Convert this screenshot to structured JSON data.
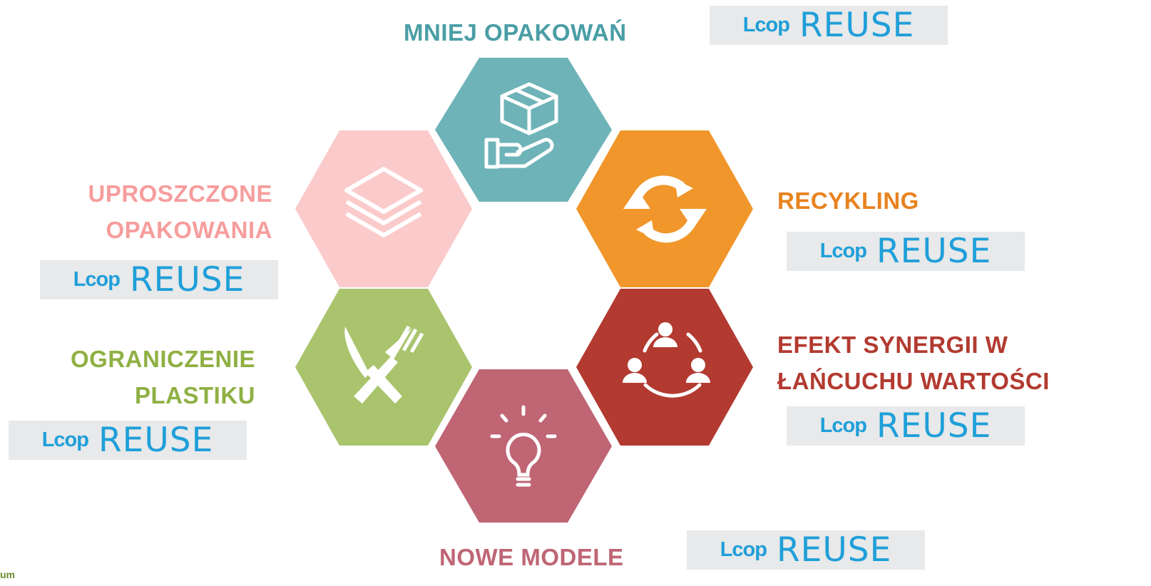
{
  "segments": {
    "top": {
      "title": "MNIEJ OPAKOWAŃ",
      "color": "#6eb3b8",
      "text_color": "#4a9ea5",
      "icon": "box-in-hand-icon"
    },
    "upper_right": {
      "title": "RECYKLING",
      "color": "#f0962b",
      "text_color": "#e8821f",
      "icon": "recycle-arrows-icon"
    },
    "lower_right": {
      "title_line1": "EFEKT SYNERGII W",
      "title_line2": "ŁAŃCUCHU WARTOŚCI",
      "color": "#b23a30",
      "text_color": "#b23a30",
      "icon": "people-network-icon"
    },
    "bottom": {
      "title": "NOWE MODELE",
      "color": "#bf6574",
      "text_color": "#bf6574",
      "icon": "lightbulb-icon"
    },
    "lower_left": {
      "title_line1": "OGRANICZENIE",
      "title_line2": "PLASTIKU",
      "color": "#a9c46d",
      "text_color": "#8fb043",
      "icon": "knife-fork-icon"
    },
    "upper_left": {
      "title_line1": "UPROSZCZONE",
      "title_line2": "OPAKOWANIA",
      "color": "#fbcaca",
      "text_color": "#f69d9d",
      "icon": "layers-icon"
    }
  },
  "badge": {
    "loop": "Lcop",
    "reuse": "REUSE",
    "color": "#1f9fd9",
    "background": "#e7e9ea"
  },
  "corner_text": "um"
}
